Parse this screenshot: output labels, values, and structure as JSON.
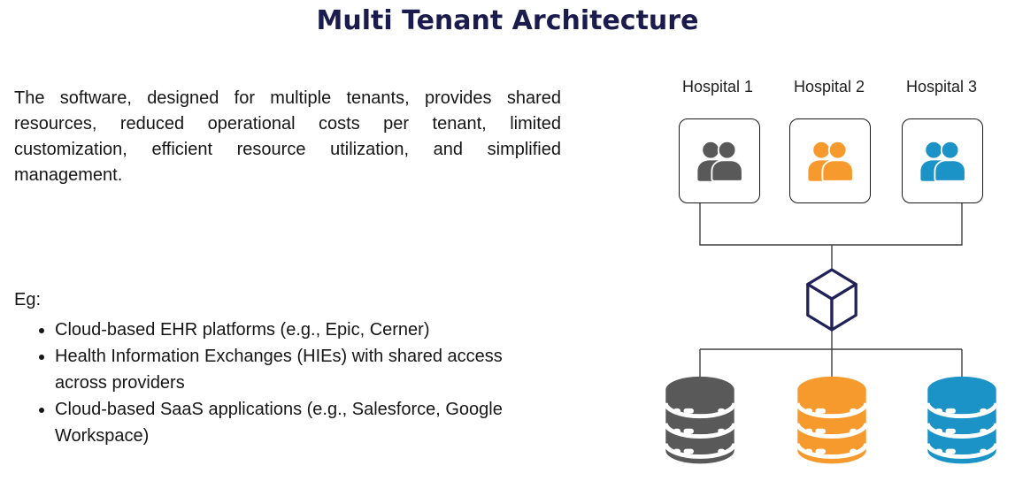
{
  "title": "Multi Tenant Architecture",
  "description": "The software, designed for multiple tenants, provides shared resources, reduced operational costs per tenant, limited customization, efficient resource utilization, and simplified management.",
  "examples": {
    "label": "Eg:",
    "items": [
      "Cloud-based EHR platforms (e.g., Epic, Cerner)",
      "Health Information Exchanges (HIEs) with shared access across providers",
      "Cloud-based SaaS applications (e.g., Salesforce, Google Workspace)"
    ]
  },
  "diagram": {
    "tenants": [
      {
        "label": "Hospital 1",
        "color": "#595959",
        "icon": "users-icon"
      },
      {
        "label": "Hospital 2",
        "color": "#f79a2e",
        "icon": "users-icon"
      },
      {
        "label": "Hospital 3",
        "color": "#1c93c7",
        "icon": "users-icon"
      }
    ],
    "hub": {
      "icon": "cube-icon"
    },
    "databases": [
      {
        "color": "#595959",
        "icon": "database-icon"
      },
      {
        "color": "#f79a2e",
        "icon": "database-icon"
      },
      {
        "color": "#1c93c7",
        "icon": "database-icon"
      }
    ],
    "colors": {
      "line": "#404040",
      "cube": "#22225a",
      "box_border": "#1a1a1a"
    }
  },
  "colors": {
    "title": "#1b1b4d",
    "text": "#161616",
    "background": "#ffffff"
  }
}
